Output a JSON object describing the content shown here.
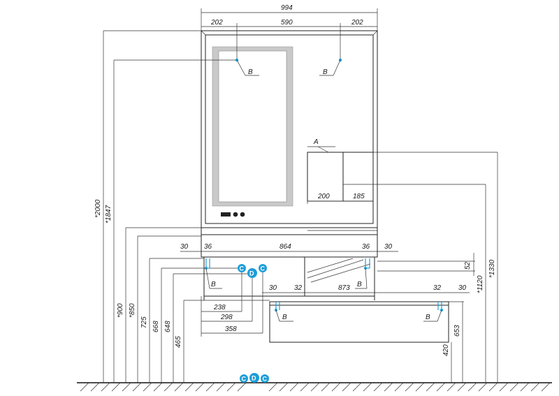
{
  "top_dims": {
    "total_width": "994",
    "side_left": "202",
    "mirror_width": "590",
    "side_right": "202"
  },
  "shelf_dims": {
    "a": "200",
    "b": "185"
  },
  "table_dims": {
    "left_offset": "30",
    "left_post": "36",
    "top_width": "864",
    "right_post": "36",
    "right_offset": "30"
  },
  "drawer_dims": {
    "left_offset": "30",
    "left_inner": "32",
    "width": "873",
    "right_inner": "32",
    "right_offset": "30"
  },
  "bottom_dims": {
    "d238": "238",
    "d298": "298",
    "d358": "358"
  },
  "vertical_dims_left": [
    "*2000",
    "*1847",
    "*900",
    "*850",
    "725",
    "668",
    "648",
    "465"
  ],
  "vertical_dims_right": [
    "52",
    "*1120",
    "*1330",
    "653",
    "420"
  ],
  "markers": {
    "point_b": "B",
    "point_a": "A",
    "c": "C",
    "d": "D"
  },
  "colors": {
    "marker_fill": "#1e9dd8",
    "mirror_frame": "#c9c9c9",
    "line": "#222222"
  }
}
